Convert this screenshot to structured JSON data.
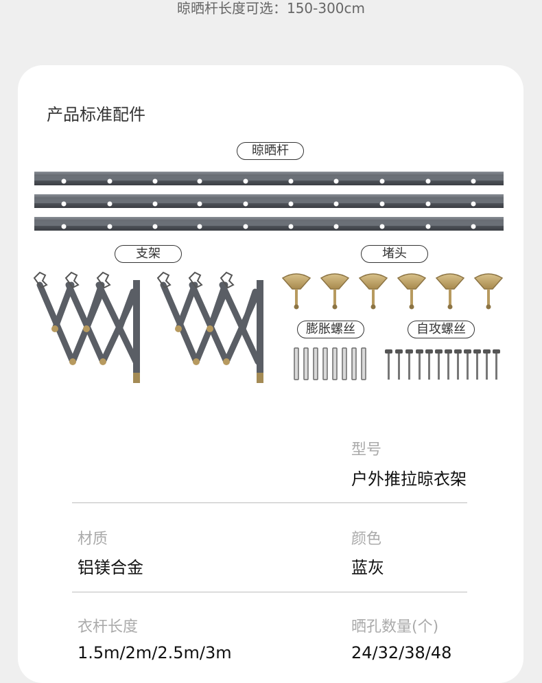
{
  "top_caption": "晾晒杆长度可选：150-300cm",
  "section_title": "产品标准配件",
  "parts": {
    "rod": "晾晒杆",
    "bracket": "支架",
    "end_cap": "堵头",
    "expansion_screw": "膨胀螺丝",
    "tapping_screw": "自攻螺丝"
  },
  "specs": {
    "model_label": "型号",
    "model_value": "户外推拉晾衣架",
    "material_label": "材质",
    "material_value": "铝镁合金",
    "color_label": "颜色",
    "color_value": "蓝灰",
    "length_label": "衣杆长度",
    "length_value": "1.5m/2m/2.5m/3m",
    "holes_label": "晒孔数量(个)",
    "holes_value": "24/32/38/48"
  },
  "colors": {
    "rod_gray": "#5d6168",
    "brass": "#b79a5f",
    "background": "#efefef"
  }
}
